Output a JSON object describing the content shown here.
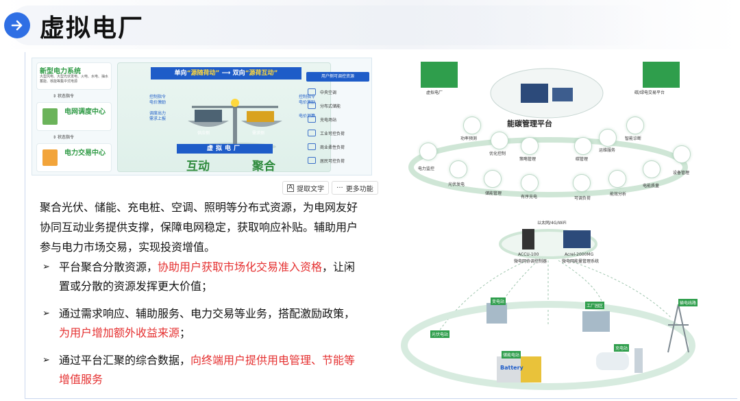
{
  "header": {
    "title": "虚拟电厂"
  },
  "left_diagram": {
    "left_column": {
      "heading1": "新型电力系统",
      "sub1": "大型风电、大型光伏发电、火电、水电、抽水蓄能、核能等集中式电源",
      "arrow1": "状态指令",
      "heading2": "电网调度中心",
      "arrow2": "状态指令",
      "heading3": "电力交易中心"
    },
    "banner": {
      "left": "单向",
      "left_q": "“源随荷动”",
      "right": "双向",
      "right_q": "“源荷互动”"
    },
    "left_notes": [
      "控制指令",
      "电价激励",
      "调度出力",
      "需求上报"
    ],
    "right_notes": [
      "控制指令",
      "电价激励",
      "电价测算"
    ],
    "scale_labels": {
      "supply": "供应侧",
      "demand": "需求侧"
    },
    "vpp_label": "虚拟电厂",
    "calligraphy": [
      "互动",
      "聚合"
    ],
    "resources": {
      "title": "用户侧可调控资源",
      "items": [
        "中央空调",
        "分布式储能",
        "充电场站",
        "工业可控负荷",
        "商业柔性负荷",
        "居民可控负荷"
      ]
    }
  },
  "toolbar": {
    "extract_text": "提取文字",
    "more": "更多功能"
  },
  "body": {
    "paragraph": "聚合光伏、储能、充电桩、空调、照明等分布式资源，为电网友好协同互动业务提供支撑，保障电网稳定，获取响应补贴。辅助用户参与电力市场交易，实现投资增值。",
    "bullets": [
      {
        "marker": "➢",
        "black": "平台聚合分散资源，",
        "red": "协助用户获取市场化交易准入资格",
        "tail": "，让闲置或分散的资源发挥更大价值；"
      },
      {
        "marker": "➢",
        "black": "通过需求响应、辅助服务、电力交易等业务，搭配激励政策，",
        "red": "为用户增加额外收益来源",
        "tail": "；"
      },
      {
        "marker": "➢",
        "black": "通过平台汇聚的综合数据，",
        "red": "向终端用户提供用电管理、节能等增值服务",
        "tail": ""
      }
    ]
  },
  "right_diagram": {
    "top_left": "虚拟电厂",
    "top_right": "碳/绿电交易平台",
    "platform": "能碳管理平台",
    "nodes": [
      "功率预测",
      "优化控制",
      "策略管理",
      "碳管理",
      "运维服务",
      "智能诊断",
      "电力监控",
      "设备管理",
      "光伏发电",
      "储能管理",
      "有序充电",
      "可调负荷",
      "能效分析",
      "电能质量"
    ],
    "network": "以太网/4G/WiFi",
    "device1": {
      "name": "ACCU-100",
      "desc": "微电网协调控制器"
    },
    "device2": {
      "name": "Acrel-2000MG",
      "desc": "微电网能量管理系统"
    },
    "sites": [
      "变电站",
      "工厂园区",
      "光伏电站",
      "储能电站",
      "充电站",
      "输电线路"
    ],
    "battery": "Battery"
  },
  "colors": {
    "accent": "#2f6fe4",
    "red": "#e53030",
    "green": "#2e9a44",
    "blue_band": "#1e5cc8"
  }
}
